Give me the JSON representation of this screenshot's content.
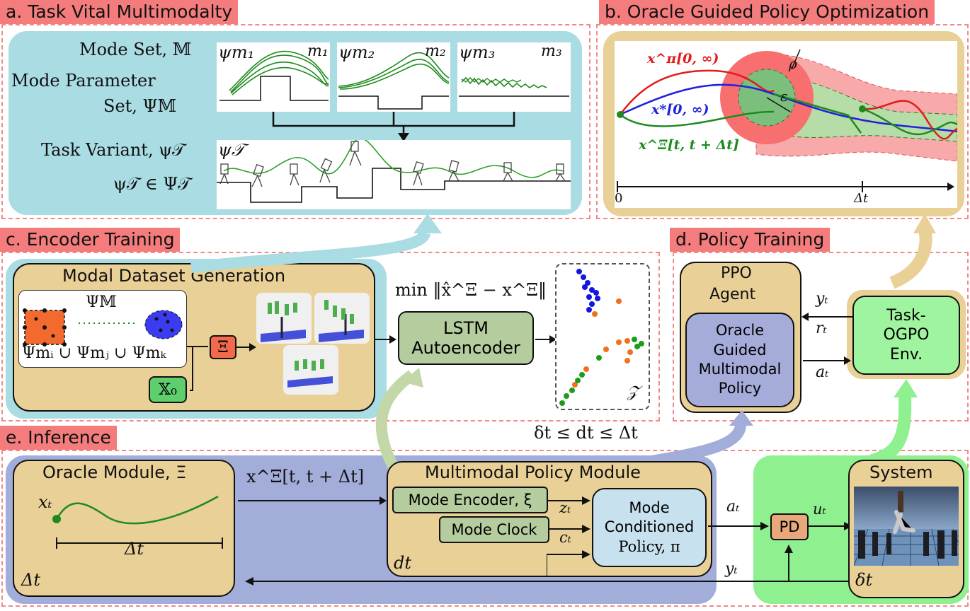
{
  "sections": {
    "a": "a. Task Vital Multimodalty",
    "b": "b. Oracle Guided Policy Optimization",
    "c": "c. Encoder Training",
    "d": "d. Policy Training",
    "e": "e. Inference"
  },
  "panel_a": {
    "mode_set": "Mode Set, 𝕄",
    "mode_param_line1": "Mode Parameter",
    "mode_param_line2": "Set, Ψ𝕄",
    "task_variant": "Task Variant, ψ𝒯",
    "task_variant_in": "ψ𝒯 ∈ Ψ𝒯",
    "psi_m1": "ψm₁",
    "m1": "m₁",
    "psi_m2": "ψm₂",
    "m2": "m₂",
    "psi_m3": "ψm₃",
    "m3": "m₃",
    "psi_T": "ψ𝒯"
  },
  "panel_b": {
    "x_pi": "x^π[0, ∞)",
    "x_star": "x*[0, ∞)",
    "x_xi": "x^Ξ[t, t + Δt]",
    "rho": "ρ",
    "epsilon": "ε",
    "axis_zero": "0",
    "axis_dt": "Δt"
  },
  "panel_c": {
    "dataset_title": "Modal Dataset Generation",
    "psi_M": "Ψ𝕄",
    "union": "Ψmᵢ ∪ Ψmⱼ ∪ Ψmₖ",
    "xi_box": "Ξ",
    "x0_box": "𝕏₀",
    "min_eq": "min ‖x̂^Ξ − x^Ξ‖",
    "lstm_line1": "LSTM",
    "lstm_line2": "Autoencoder",
    "latent": "𝒵",
    "constraint": "δt ≤ dt ≤ Δt"
  },
  "panel_d": {
    "ppo_line1": "PPO",
    "ppo_line2": "Agent",
    "policy_line1": "Oracle",
    "policy_line2": "Guided",
    "policy_line3": "Multimodal",
    "policy_line4": "Policy",
    "env_line1": "Task-",
    "env_line2": "OGPO",
    "env_line3": "Env.",
    "y_t": "yₜ",
    "r_t": "rₜ",
    "a_t": "aₜ"
  },
  "panel_e": {
    "oracle_title": "Oracle Module, Ξ",
    "x_t": "xₜ",
    "delta_t": "Δt",
    "corner_dt": "Δt",
    "traj_label": "x^Ξ[t, t + Δt]",
    "mpm_title": "Multimodal Policy Module",
    "mode_encoder": "Mode Encoder, ξ",
    "mode_clock": "Mode Clock",
    "z_t": "zₜ",
    "c_t": "cₜ",
    "policy_line1": "Mode",
    "policy_line2": "Conditioned",
    "policy_line3": "Policy, π",
    "dt": "dt",
    "a_t": "aₜ",
    "pd": "PD",
    "u_t": "uₜ",
    "y_t": "yₜ",
    "system_title": "System",
    "system_dt": "δt"
  },
  "colors": {
    "section_title_bg": "#f47c7c",
    "panel_blue": "#a9dce3",
    "panel_tan": "#e9d096",
    "panel_green": "#8ef08e",
    "panel_indigo": "#a3add9",
    "box_green": "#b5cc9e",
    "box_lightblue": "#c7e1ef",
    "box_policy": "#a5acd9",
    "box_env": "#9ff59f",
    "xi_orange": "#f26a4b",
    "x0_green": "#5fcf6e",
    "pd_orange": "#e8a87c"
  }
}
